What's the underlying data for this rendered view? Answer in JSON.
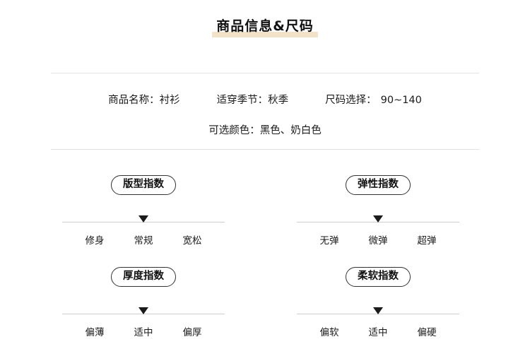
{
  "title": "商品信息&尺码",
  "info": {
    "row1": [
      {
        "label": "商品名称：",
        "value": "衬衫"
      },
      {
        "label": "适穿季节：",
        "value": "秋季"
      },
      {
        "label": "尺码选择：",
        "value": "90~140"
      }
    ],
    "row2": [
      {
        "label": "可选颜色：",
        "value": "黑色、奶白色"
      }
    ]
  },
  "indices": [
    {
      "name": "版型指数",
      "labels": [
        "修身",
        "常规",
        "宽松"
      ],
      "positions": [
        20,
        50,
        80
      ],
      "marker": 50
    },
    {
      "name": "弹性指数",
      "labels": [
        "无弹",
        "微弹",
        "超弹"
      ],
      "positions": [
        20,
        50,
        80
      ],
      "marker": 50
    },
    {
      "name": "厚度指数",
      "labels": [
        "偏薄",
        "适中",
        "偏厚"
      ],
      "positions": [
        20,
        50,
        80
      ],
      "marker": 50
    },
    {
      "name": "柔软指数",
      "labels": [
        "偏软",
        "适中",
        "偏硬"
      ],
      "positions": [
        20,
        50,
        80
      ],
      "marker": 50
    }
  ],
  "colors": {
    "title_highlight": "#f2e2c8",
    "rule": "#e2e2e2",
    "marker": "#1b1b1b",
    "text": "#1a1a1a"
  }
}
